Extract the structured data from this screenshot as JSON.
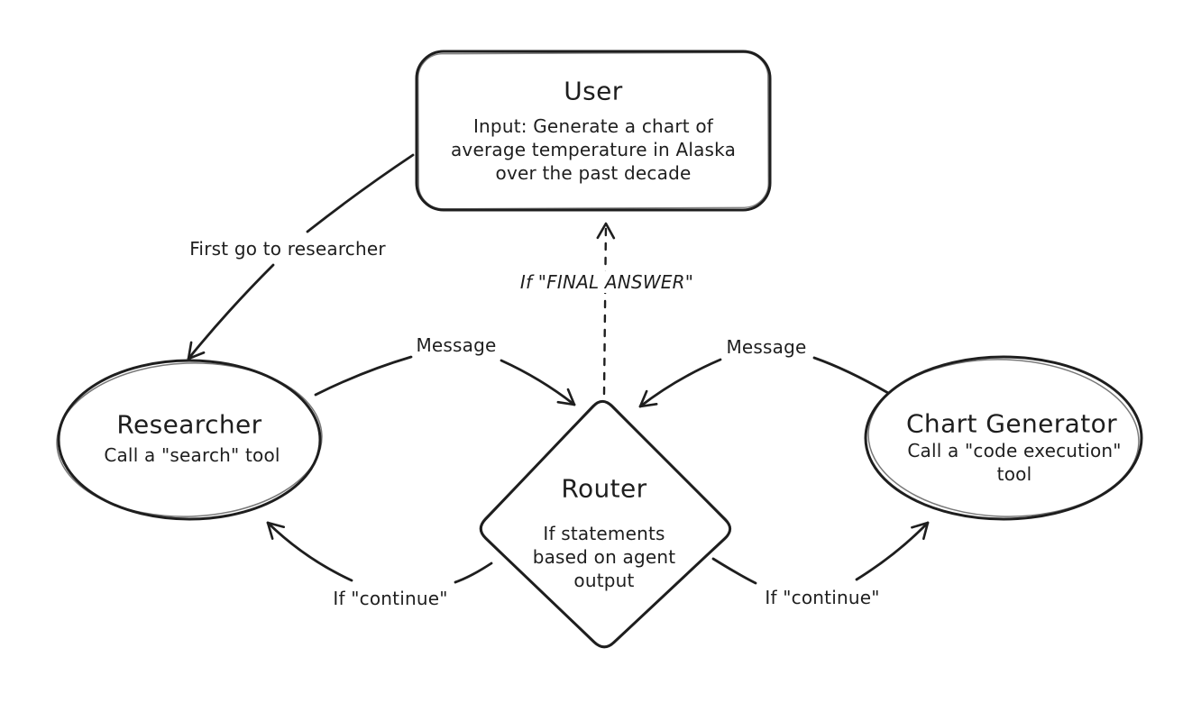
{
  "canvas": {
    "background": "#ffffff",
    "ink": "#1e1e1e"
  },
  "nodes": {
    "user": {
      "shape": "rounded-rectangle",
      "title": "User",
      "body_lines": [
        "Input: Generate a chart of",
        "average temperature in Alaska",
        "over the past decade"
      ]
    },
    "researcher": {
      "shape": "ellipse",
      "title": "Researcher",
      "body_lines": [
        "Call a \"search\" tool"
      ]
    },
    "router": {
      "shape": "diamond",
      "title": "Router",
      "body_lines": [
        "If statements",
        "based on agent",
        "output"
      ]
    },
    "chart_generator": {
      "shape": "ellipse",
      "title": "Chart Generator",
      "body_lines": [
        "Call a \"code execution\"",
        "tool"
      ]
    }
  },
  "edges": {
    "user_to_researcher": {
      "from": "user",
      "to": "researcher",
      "style": "solid",
      "label": "First go to researcher"
    },
    "researcher_to_router": {
      "from": "researcher",
      "to": "router",
      "style": "solid",
      "label": "Message"
    },
    "chart_generator_to_router": {
      "from": "chart_generator",
      "to": "router",
      "style": "solid",
      "label": "Message"
    },
    "router_to_user": {
      "from": "router",
      "to": "user",
      "style": "dashed",
      "label": "If \"FINAL ANSWER\""
    },
    "router_to_researcher": {
      "from": "router",
      "to": "researcher",
      "style": "solid",
      "label": "If \"continue\""
    },
    "router_to_chart_generator": {
      "from": "router",
      "to": "chart_generator",
      "style": "solid",
      "label": "If \"continue\""
    }
  }
}
